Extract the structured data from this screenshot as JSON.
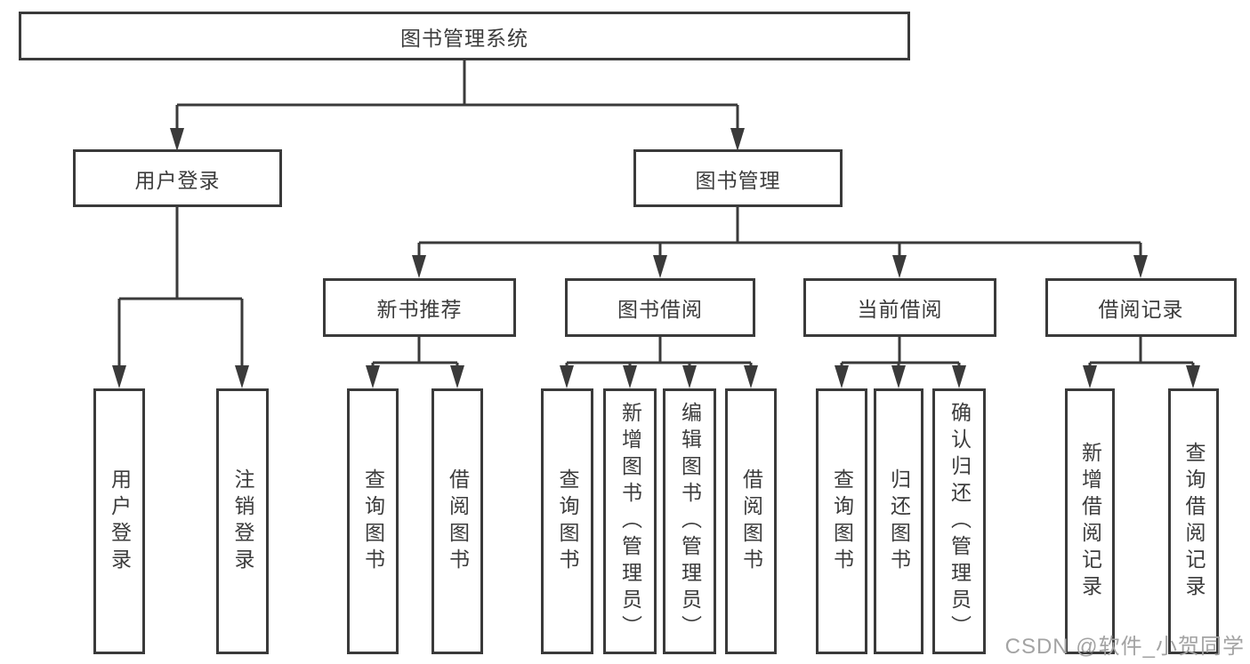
{
  "diagram": {
    "root": {
      "label": "图书管理系统"
    },
    "children": [
      {
        "label": "用户登录",
        "children": [
          {
            "label": "用户登录"
          },
          {
            "label": "注销登录"
          }
        ]
      },
      {
        "label": "图书管理",
        "children": [
          {
            "label": "新书推荐",
            "children": [
              {
                "label": "查询图书"
              },
              {
                "label": "借阅图书"
              }
            ]
          },
          {
            "label": "图书借阅",
            "children": [
              {
                "label": "查询图书"
              },
              {
                "label": "新增图书（管理员）"
              },
              {
                "label": "编辑图书（管理员）"
              },
              {
                "label": "借阅图书"
              }
            ]
          },
          {
            "label": "当前借阅",
            "children": [
              {
                "label": "查询图书"
              },
              {
                "label": "归还图书"
              },
              {
                "label": "确认归还（管理员）"
              }
            ]
          },
          {
            "label": "借阅记录",
            "children": [
              {
                "label": "新增借阅记录"
              },
              {
                "label": "查询借阅记录"
              }
            ]
          }
        ]
      }
    ],
    "colors": {
      "line": "#3a3a3a",
      "background": "#ffffff",
      "watermark_text": "#a3a3a3"
    },
    "watermark": "CSDN @软件_小贺同学"
  }
}
